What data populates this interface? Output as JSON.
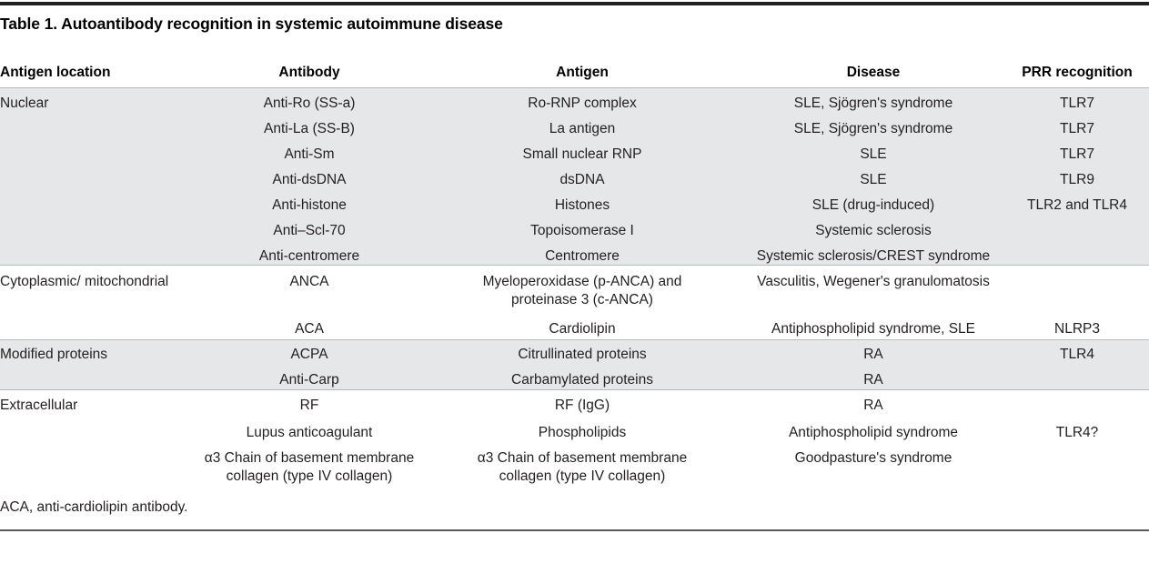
{
  "caption": "Table 1. Autoantibody recognition in systemic autoimmune disease",
  "columns": [
    {
      "key": "antigen_location",
      "label": "Antigen location"
    },
    {
      "key": "antibody",
      "label": "Antibody"
    },
    {
      "key": "antigen",
      "label": "Antigen"
    },
    {
      "key": "disease",
      "label": "Disease"
    },
    {
      "key": "prr",
      "label": "PRR recognition"
    }
  ],
  "groups": [
    {
      "name": "Nuclear",
      "shaded": true,
      "rows": [
        {
          "antigen_location": "Nuclear",
          "antibody": "Anti-Ro (SS-a)",
          "antigen": "Ro-RNP complex",
          "disease": "SLE, Sjögren's syndrome",
          "prr": "TLR7"
        },
        {
          "antigen_location": "",
          "antibody": "Anti-La (SS-B)",
          "antigen": "La antigen",
          "disease": "SLE, Sjögren's syndrome",
          "prr": "TLR7"
        },
        {
          "antigen_location": "",
          "antibody": "Anti-Sm",
          "antigen": "Small nuclear RNP",
          "disease": "SLE",
          "prr": "TLR7"
        },
        {
          "antigen_location": "",
          "antibody": "Anti-dsDNA",
          "antigen": "dsDNA",
          "disease": "SLE",
          "prr": "TLR9"
        },
        {
          "antigen_location": "",
          "antibody": "Anti-histone",
          "antigen": "Histones",
          "disease": "SLE (drug-induced)",
          "prr": "TLR2 and TLR4"
        },
        {
          "antigen_location": "",
          "antibody": "Anti–Scl-70",
          "antigen": "Topoisomerase I",
          "disease": "Systemic sclerosis",
          "prr": ""
        },
        {
          "antigen_location": "",
          "antibody": "Anti-centromere",
          "antigen": "Centromere",
          "disease": "Systemic sclerosis/CREST syndrome",
          "prr": ""
        }
      ]
    },
    {
      "name": "Cytoplasmic/ mitochondrial",
      "shaded": false,
      "rows": [
        {
          "antigen_location": "Cytoplasmic/ mitochondrial",
          "antibody": "ANCA",
          "antigen": "Myeloperoxidase (p-ANCA) and proteinase 3 (c-ANCA)",
          "disease": "Vasculitis, Wegener's granulomatosis",
          "prr": "",
          "tall": true
        },
        {
          "antigen_location": "",
          "antibody": "ACA",
          "antigen": "Cardiolipin",
          "disease": "Antiphospholipid syndrome, SLE",
          "prr": "NLRP3"
        }
      ]
    },
    {
      "name": "Modified proteins",
      "shaded": true,
      "rows": [
        {
          "antigen_location": "Modified proteins",
          "antibody": "ACPA",
          "antigen": "Citrullinated proteins",
          "disease": "RA",
          "prr": "TLR4"
        },
        {
          "antigen_location": "",
          "antibody": "Anti-Carp",
          "antigen": "Carbamylated proteins",
          "disease": "RA",
          "prr": ""
        }
      ]
    },
    {
      "name": "Extracellular",
      "shaded": false,
      "rows": [
        {
          "antigen_location": "Extracellular",
          "antibody": "RF",
          "antigen": "RF (IgG)",
          "disease": "RA",
          "prr": ""
        },
        {
          "antigen_location": "",
          "antibody": "Lupus anticoagulant",
          "antigen": "Phospholipids",
          "disease": "Antiphospholipid syndrome",
          "prr": "TLR4?"
        },
        {
          "antigen_location": "",
          "antibody": "α3 Chain of basement membrane collagen (type IV collagen)",
          "antigen": "α3 Chain of basement membrane collagen (type IV collagen)",
          "disease": "Goodpasture's syndrome",
          "prr": "",
          "tall": true
        }
      ]
    }
  ],
  "footnote": "ACA, anti-cardiolipin antibody.",
  "colors": {
    "shaded_row": "#e6e7e8",
    "rule_top": "#231f20",
    "rule_bottom": "#58595b",
    "text": "#231f20"
  }
}
